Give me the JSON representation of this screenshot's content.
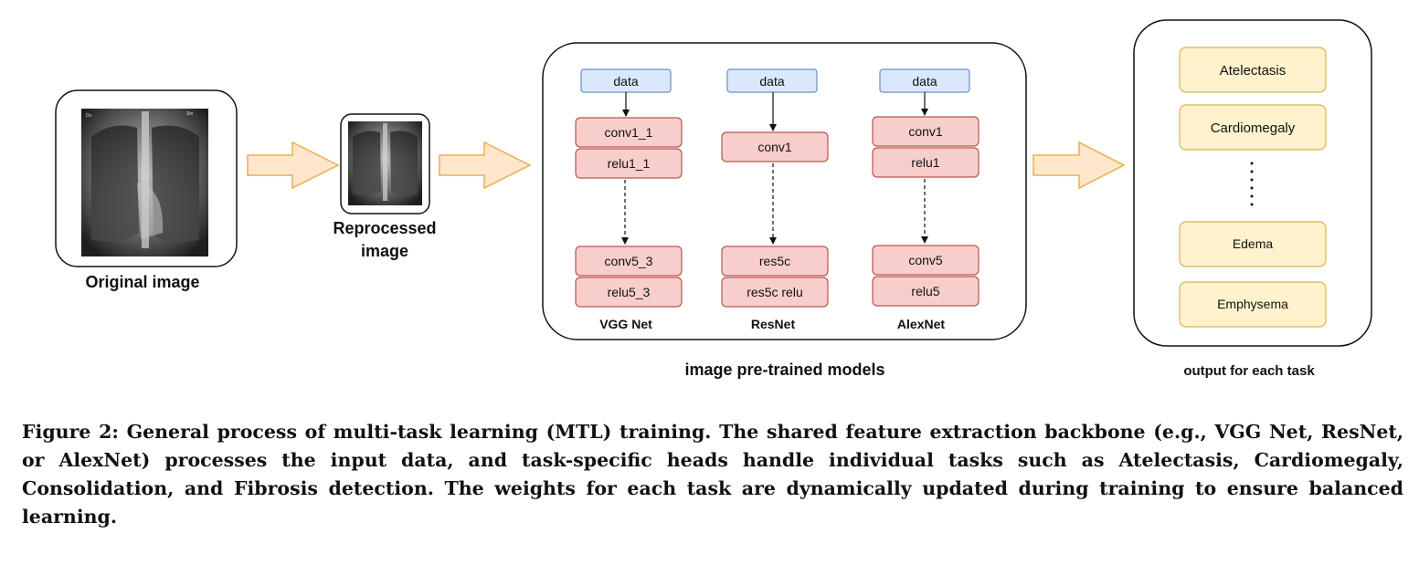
{
  "original_image": {
    "label": "Original image",
    "corner_left": "Dx",
    "corner_right": "Sin"
  },
  "reprocessed_image": {
    "label_line1": "Reprocessed",
    "label_line2": "image"
  },
  "models": {
    "group_label": "image pre-trained models",
    "vgg": {
      "input": "data",
      "layer_top_1": "conv1_1",
      "layer_top_2": "relu1_1",
      "layer_bottom_1": "conv5_3",
      "layer_bottom_2": "relu5_3",
      "name": "VGG Net"
    },
    "resnet": {
      "input": "data",
      "layer_top_1": "conv1",
      "layer_bottom_1": "res5c",
      "layer_bottom_2": "res5c relu",
      "name": "ResNet"
    },
    "alexnet": {
      "input": "data",
      "layer_top_1": "conv1",
      "layer_top_2": "relu1",
      "layer_bottom_1": "conv5",
      "layer_bottom_2": "relu5",
      "name": "AlexNet"
    }
  },
  "outputs": {
    "group_label": "output for each task",
    "items": [
      "Atelectasis",
      "Cardiomegaly",
      "Edema",
      "Emphysema"
    ]
  },
  "caption": "Figure 2: General process of multi-task learning (MTL) training. The shared feature extraction backbone (e.g., VGG Net, ResNet, or AlexNet) processes the input data, and task-specific heads handle individual tasks such as Atelectasis, Cardiomegaly, Consolidation, and Fibrosis detection. The weights for each task are dynamically updated during training to ensure balanced learning.",
  "colors": {
    "data_fill": "#dae8fc",
    "data_stroke": "#6c8ebf",
    "layer_fill": "#f8cecc",
    "layer_stroke": "#b85450",
    "task_fill": "#fff2cc",
    "task_stroke": "#d6b656",
    "arrow_fill": "#ffe6cc",
    "arrow_stroke": "#e8b04a"
  }
}
